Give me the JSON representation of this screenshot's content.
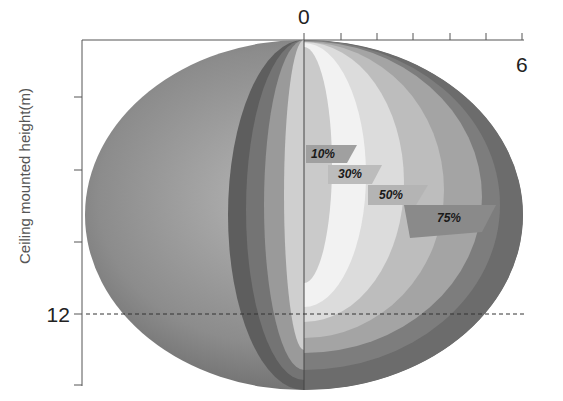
{
  "diagram": {
    "labels": [
      "0",
      "6",
      "Ceiling mounted height(m)",
      "12",
      "10%",
      "30%",
      "50%",
      "75%"
    ]
  }
}
